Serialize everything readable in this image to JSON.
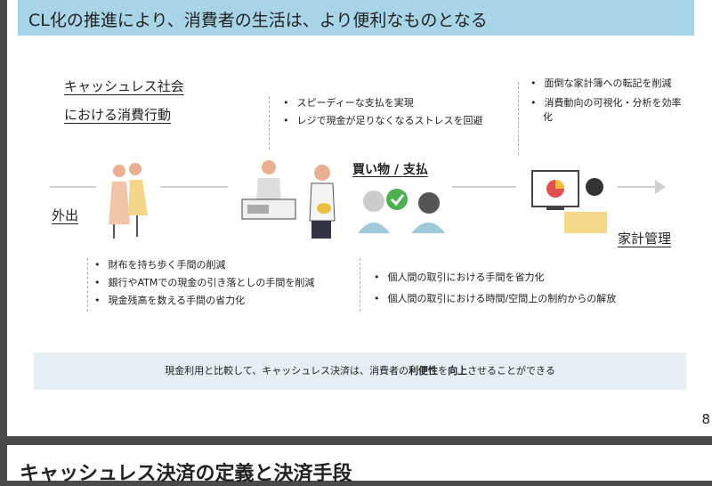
{
  "title": "CL化の推進により、消費者の生活は、より便利なものとなる",
  "section_title_line1": "キャッシュレス社会",
  "section_title_line2": "における消費行動",
  "stages": {
    "outing": "外出",
    "shopping": "買い物 / 支払",
    "household": "家計管理"
  },
  "shopping_top_bullets": [
    "スピーディーな支払を実現",
    "レジで現金が足りなくなるストレスを回避"
  ],
  "household_bullets": [
    "面倒な家計簿への転記を削減",
    "消費動向の可視化・分析を効率化"
  ],
  "outing_bullets": [
    "財布を持ち歩く手間の削減",
    "銀行やATMでの現金の引き落としの手間を削減",
    "現金残高を数える手間の省力化"
  ],
  "p2p_bullets": [
    "個人間の取引における手間を省力化",
    "個人間の取引における時間/空間上の制約からの解放"
  ],
  "footer": {
    "pre": "現金利用と比較して、キャッシュレス決済は、消費者の",
    "bold1": "利便性",
    "mid": "を",
    "bold2": "向上",
    "post": "させることができる"
  },
  "page_number": "8",
  "next_slide_title": "キャッシュレス決済の定義と決済手段"
}
